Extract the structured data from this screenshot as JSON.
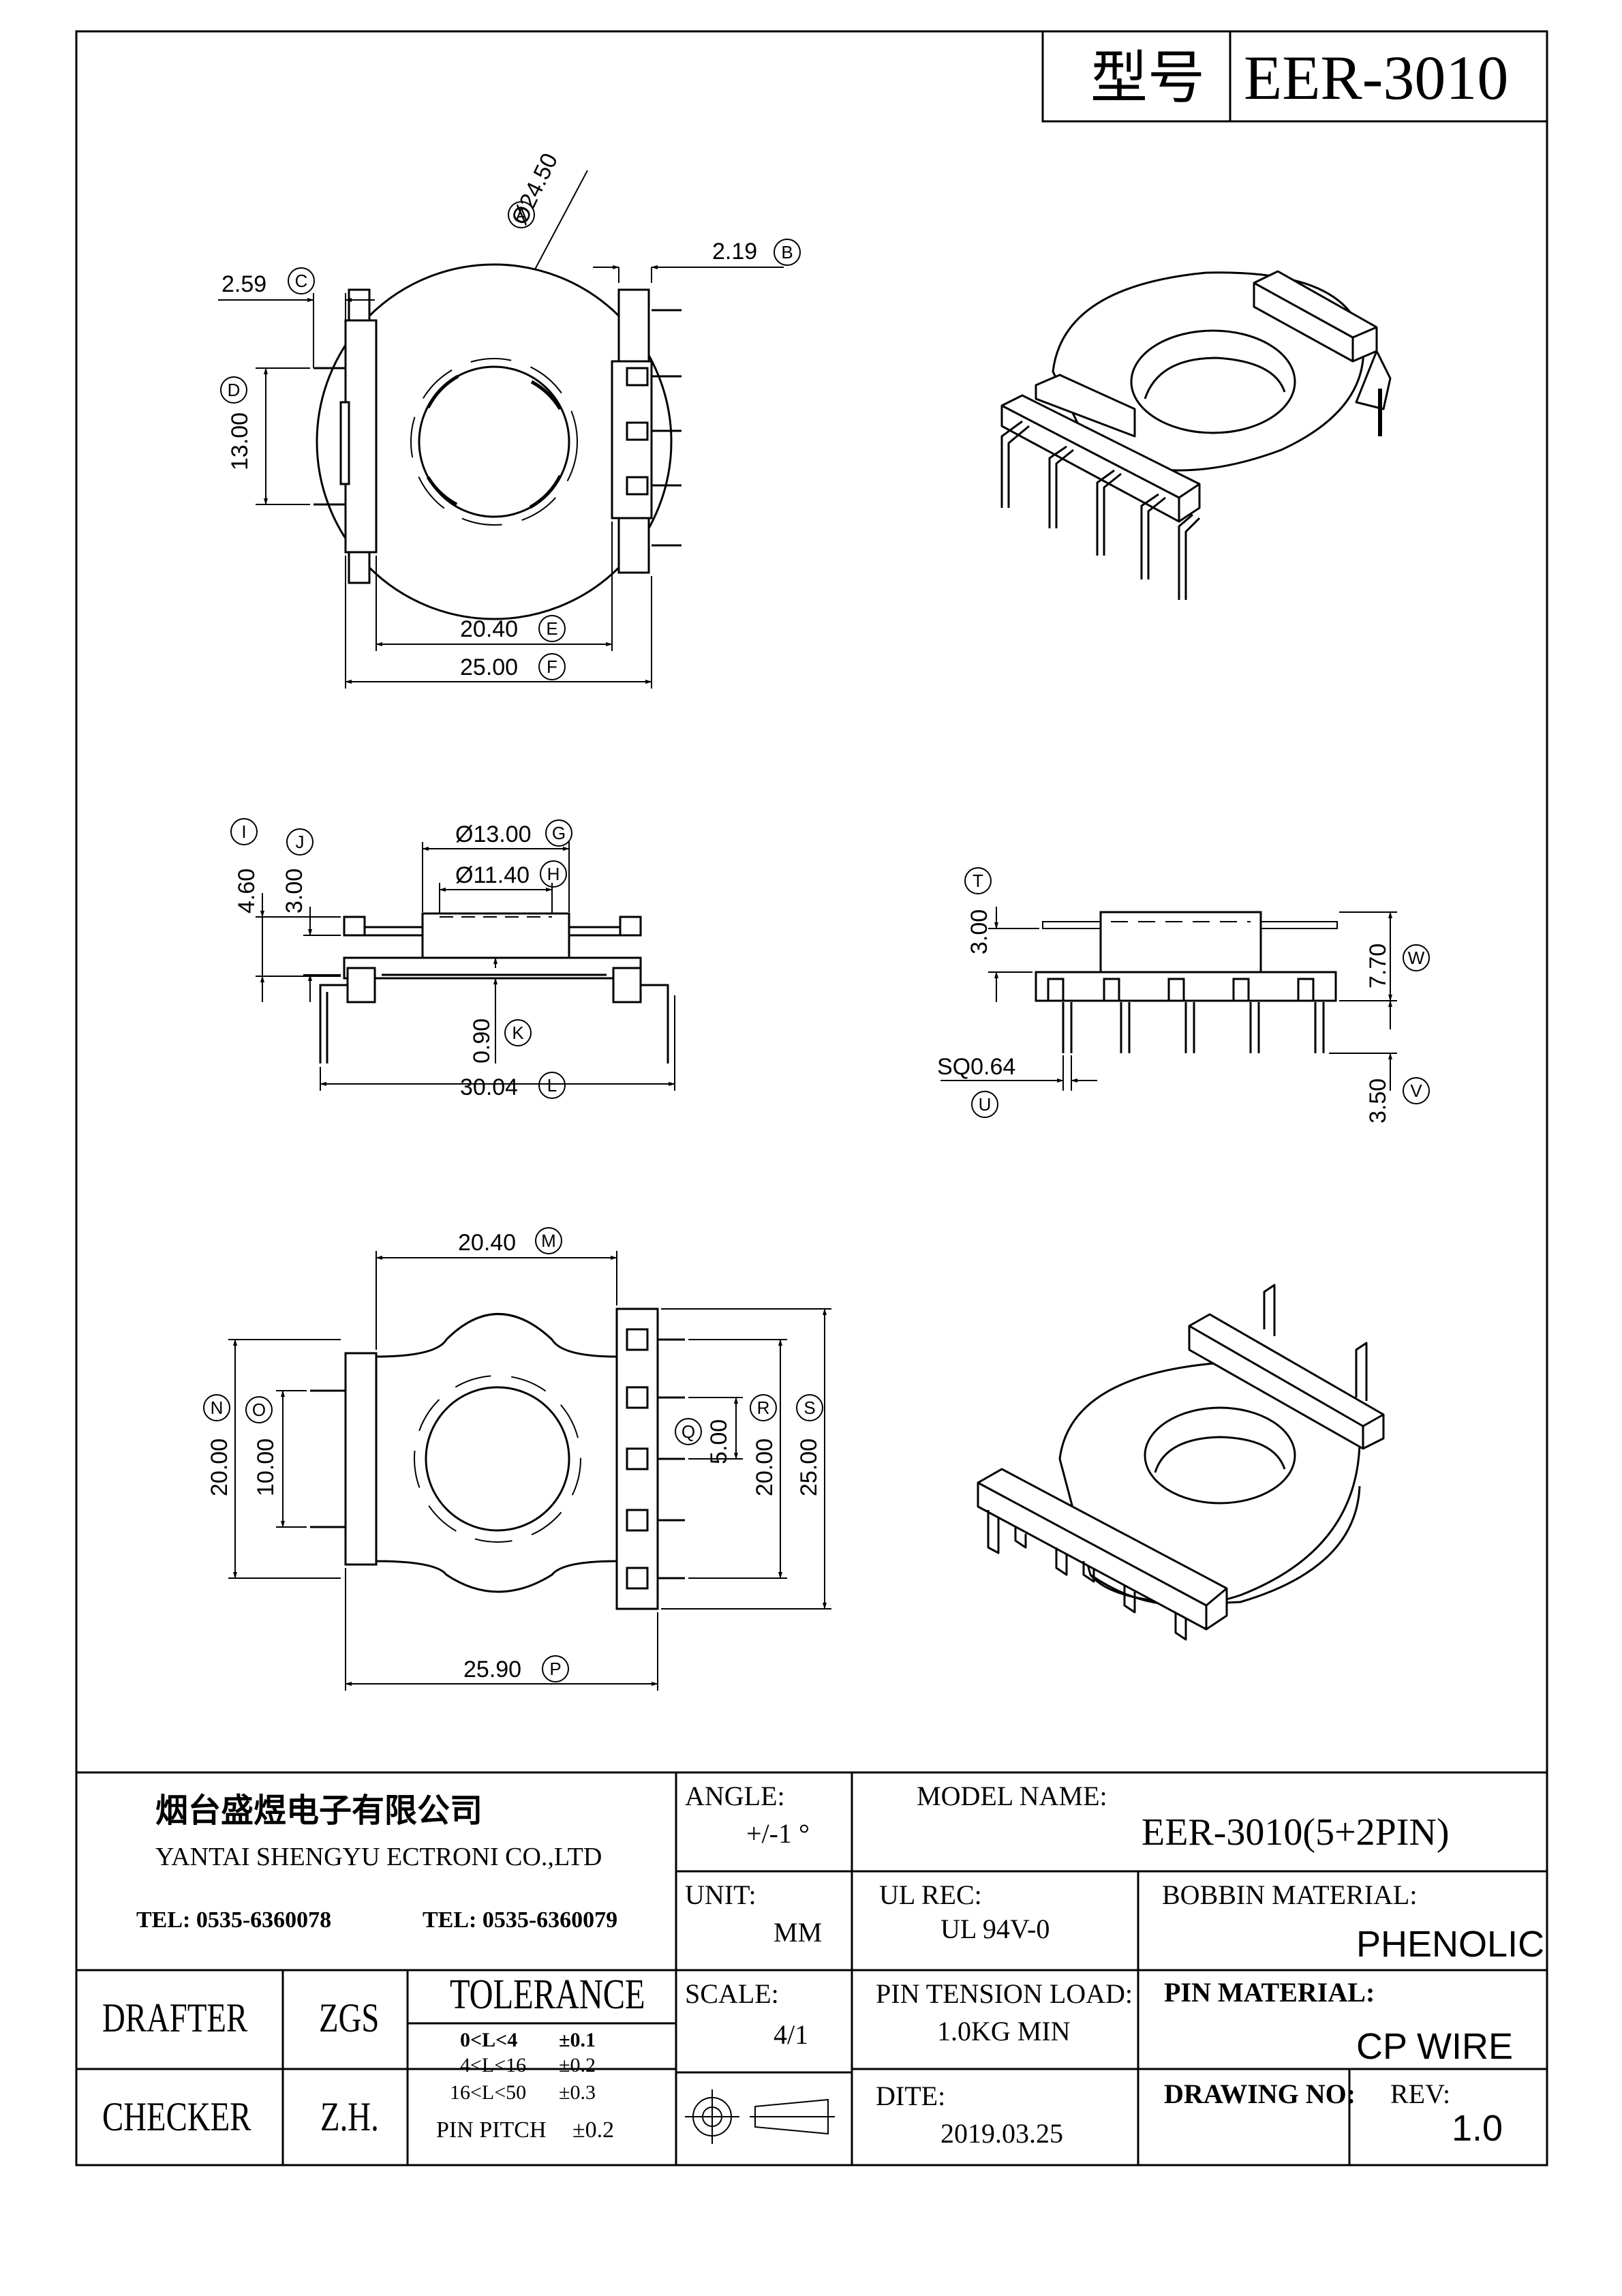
{
  "model_box": {
    "label": "型号",
    "value": "EER-3010"
  },
  "top_view": {
    "dims": {
      "a_label": "Ø24.50",
      "a_marker": "A",
      "b_label": "2.19",
      "b_marker": "B",
      "c_label": "2.59",
      "c_marker": "C",
      "d_label": "13.00",
      "d_marker": "D",
      "e_label": "20.40",
      "e_marker": "E",
      "f_label": "25.00",
      "f_marker": "F"
    }
  },
  "side_view": {
    "dims": {
      "i_label": "4.60",
      "i_marker": "I",
      "j_label": "3.00",
      "j_marker": "J",
      "g_label": "Ø13.00",
      "g_marker": "G",
      "h_label": "Ø11.40",
      "h_marker": "H",
      "k_label": "0.90",
      "k_marker": "K",
      "l_label": "30.04",
      "l_marker": "L"
    }
  },
  "front_view": {
    "dims": {
      "t_label": "3.00",
      "t_marker": "T",
      "w_label": "7.70",
      "w_marker": "W",
      "u_label": "SQ0.64",
      "u_marker": "U",
      "v_label": "3.50",
      "v_marker": "V"
    }
  },
  "bottom_view": {
    "dims": {
      "m_label": "20.40",
      "m_marker": "M",
      "n_label": "20.00",
      "n_marker": "N",
      "o_label": "10.00",
      "o_marker": "O",
      "q_label": "5.00",
      "q_marker": "Q",
      "r_label": "20.00",
      "r_marker": "R",
      "s_label": "25.00",
      "s_marker": "S",
      "p_label": "25.90",
      "p_marker": "P"
    }
  },
  "title_block": {
    "company_cn": "烟台盛煜电子有限公司",
    "company_en": "YANTAI SHENGYU ECTRONI CO.,LTD",
    "tel_1": "TEL: 0535-6360078",
    "tel_2": "TEL: 0535-6360079",
    "angle_label": "ANGLE:",
    "angle_value": "+/-1 °",
    "model_name_label": "MODEL NAME:",
    "model_name_value": "EER-3010(5+2PIN)",
    "unit_label": "UNIT:",
    "unit_value": "MM",
    "ul_rec_label": "UL REC:",
    "ul_rec_value": "UL 94V-0",
    "bobbin_material_label": "BOBBIN MATERIAL:",
    "bobbin_material_value": "PHENOLIC",
    "drafter_label": "DRAFTER",
    "drafter_value": "ZGS",
    "tolerance_label": "TOLERANCE",
    "tolerance_rows": [
      {
        "range": "0<L<4",
        "value": "±0.1"
      },
      {
        "range": "4<L<16",
        "value": "±0.2"
      },
      {
        "range": "16<L<50",
        "value": "±0.3"
      }
    ],
    "pin_pitch_label": "PIN PITCH",
    "pin_pitch_value": "±0.2",
    "scale_label": "SCALE:",
    "scale_value": "4/1",
    "pin_tension_label": "PIN TENSION LOAD:",
    "pin_tension_value": "1.0KG MIN",
    "pin_material_label": "PIN MATERIAL:",
    "pin_material_value": "CP WIRE",
    "checker_label": "CHECKER",
    "checker_value": "Z.H.",
    "date_label": "DITE:",
    "date_value": "2019.03.25",
    "drawing_no_label": "DRAWING NO:",
    "rev_label": "REV:",
    "rev_value": "1.0"
  }
}
